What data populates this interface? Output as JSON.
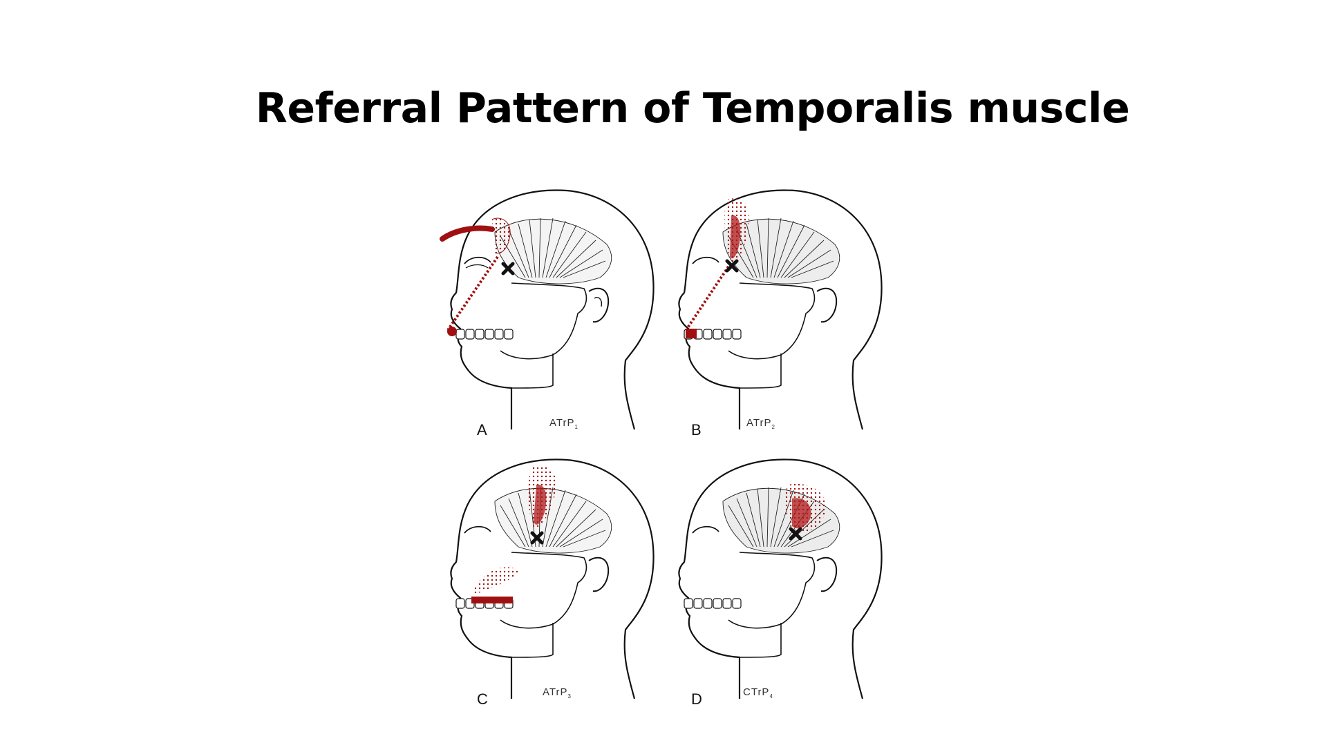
{
  "slide": {
    "title": "Referral Pattern of Temporalis muscle"
  },
  "colors": {
    "referral_red": "#a01010",
    "ink": "#111111",
    "background": "#ffffff"
  },
  "panels": [
    {
      "letter": "A",
      "code": "ATrP",
      "sub": "1"
    },
    {
      "letter": "B",
      "code": "ATrP",
      "sub": "2"
    },
    {
      "letter": "C",
      "code": "ATrP",
      "sub": "3"
    },
    {
      "letter": "D",
      "code": "CTrP",
      "sub": "4"
    }
  ]
}
